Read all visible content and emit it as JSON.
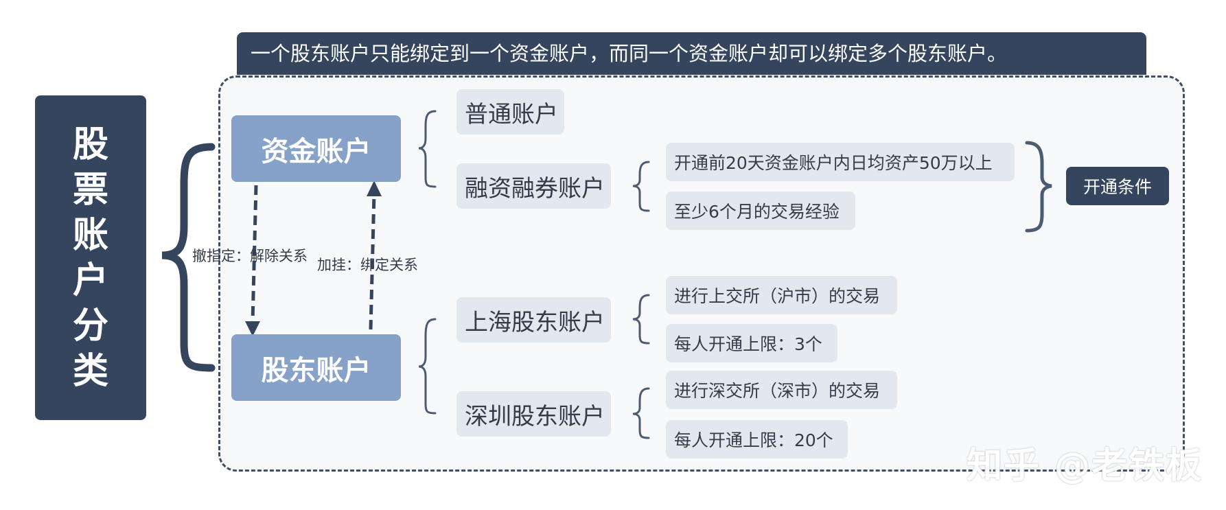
{
  "root": {
    "chars": [
      "股",
      "票",
      "账",
      "户",
      "分",
      "类"
    ]
  },
  "banner": {
    "text": "一个股东账户只能绑定到一个资金账户，而同一个资金账户却可以绑定多个股东账户。"
  },
  "capital_account": {
    "label": "资金账户",
    "children": {
      "normal": "普通账户",
      "margin": {
        "label": "融资融券账户",
        "reqs": [
          "开通前20天资金账户内日均资产50万以上",
          "至少6个月的交易经验"
        ],
        "reqs_title": "开通条件"
      }
    }
  },
  "shareholder_account": {
    "label": "股东账户",
    "children": {
      "shanghai": {
        "label": "上海股东账户",
        "items": [
          "进行上交所（沪市）的交易",
          "每人开通上限：3个"
        ]
      },
      "shenzhen": {
        "label": "深圳股东账户",
        "items": [
          "进行深交所（深市）的交易",
          "每人开通上限：20个"
        ]
      }
    }
  },
  "edges": {
    "unbind": "撤指定：解除关系",
    "bind": "加挂：绑定关系"
  },
  "watermark": "知乎 @老铁板",
  "colors": {
    "dark": "#34455d",
    "node": "#87a2c8",
    "pill": "#e3e8ef"
  }
}
